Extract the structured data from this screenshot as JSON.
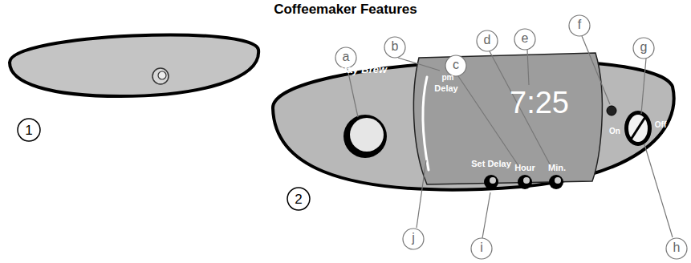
{
  "diagram": {
    "title": "Coffeemaker Features",
    "labels": [
      "1",
      "2",
      "Delay Brew",
      "a",
      "b",
      "c",
      "d",
      "e",
      "f",
      "g",
      "pm",
      "Delay",
      "7:25",
      "On",
      "Off",
      "Set Delay",
      "Hour",
      "Min.",
      "h",
      "i",
      "j"
    ]
  }
}
